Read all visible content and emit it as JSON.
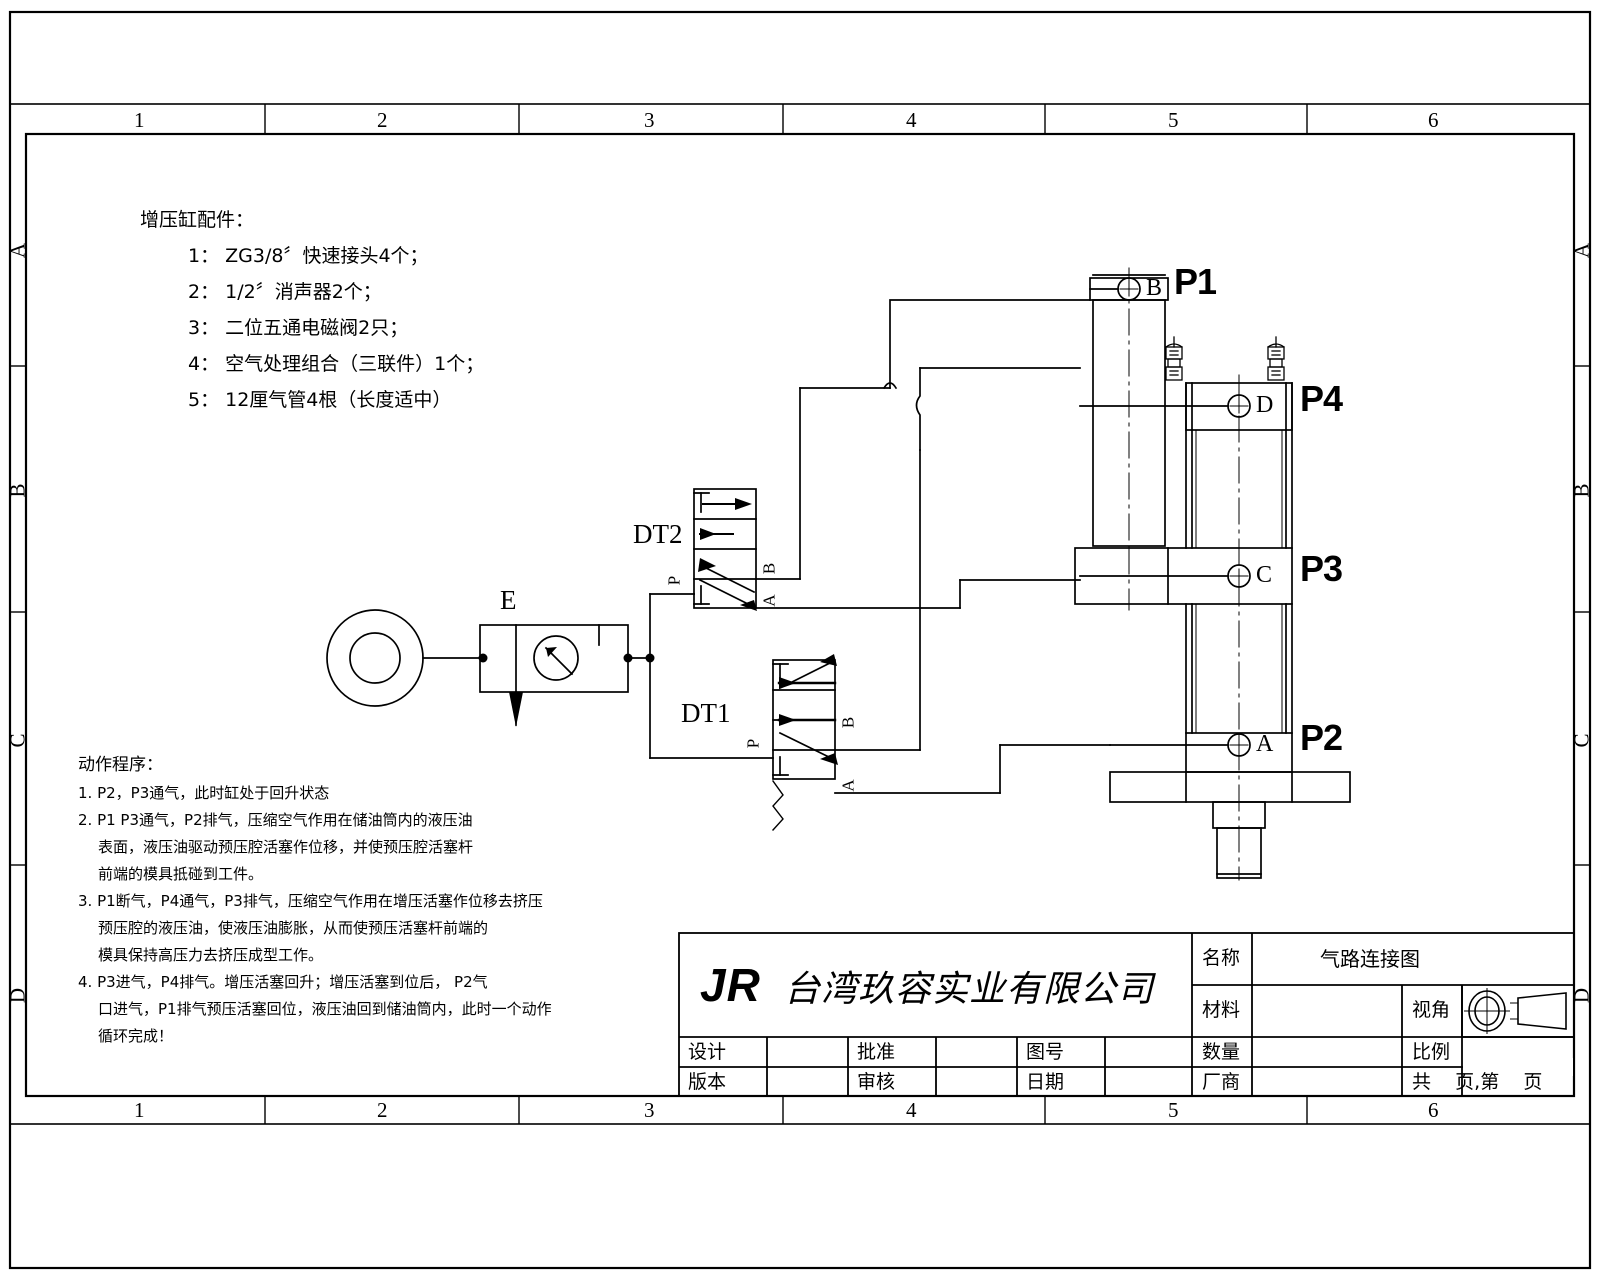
{
  "sheet": {
    "zones_top": [
      "1",
      "2",
      "3",
      "4",
      "5",
      "6"
    ],
    "zones_bottom": [
      "1",
      "2",
      "3",
      "4",
      "5",
      "6"
    ],
    "zones_left": [
      "A",
      "B",
      "C",
      "D"
    ],
    "zones_right": [
      "A",
      "B",
      "C",
      "D"
    ]
  },
  "notes": {
    "heading": "增压缸配件：",
    "items": [
      "1： ZG3/8〞快速接头4个；",
      "2： 1/2〞消声器2个；",
      "3： 二位五通电磁阀2只；",
      "4： 空气处理组合（三联件）1个；",
      "5： 12厘气管4根（长度适中）"
    ]
  },
  "procedure": {
    "heading": "动作程序：",
    "lines": [
      "1. P2，P3通气，此时缸处于回升状态",
      "2. P1  P3通气，P2排气，压缩空气作用在储油筒内的液压油",
      "表面，液压油驱动预压腔活塞作位移，并使预压腔活塞杆",
      "前端的模具抵碰到工件。",
      "3. P1断气，P4通气，P3排气，压缩空气作用在增压活塞作位移去挤压",
      "预压腔的液压油，使液压油膨胀，从而使预压活塞杆前端的",
      "模具保持高压力去挤压成型工作。",
      "4. P3进气，P4排气。增压活塞回升；增压活塞到位后， P2气",
      "口进气，P1排气预压活塞回位，液压油回到储油筒内，此时一个动作",
      "循环完成！"
    ]
  },
  "diagram": {
    "valve_dt2_label": "DT2",
    "valve_dt1_label": "DT1",
    "frl_label": "E",
    "valve_ports": {
      "p": "P",
      "a": "A",
      "b": "B"
    },
    "cylinder_ports": [
      {
        "mark": "B",
        "name": "P1"
      },
      {
        "mark": "D",
        "name": "P4"
      },
      {
        "mark": "C",
        "name": "P3"
      },
      {
        "mark": "A",
        "name": "P2"
      }
    ]
  },
  "title_block": {
    "brand_mark": "JR",
    "company": "台湾玖容实业有限公司",
    "rows": {
      "name_label": "名称",
      "name_value": "气路连接图",
      "material_label": "材料",
      "material_value": "",
      "view_label": "视角",
      "design_label": "设计",
      "design_value": "",
      "approve_label": "批准",
      "approve_value": "",
      "drawing_no_label": "图号",
      "drawing_no_value": "",
      "qty_label": "数量",
      "qty_value": "",
      "scale_label": "比例",
      "scale_value": "",
      "version_label": "版本",
      "version_value": "",
      "check_label": "审核",
      "check_value": "",
      "date_label": "日期",
      "date_value": "",
      "vendor_label": "厂商",
      "vendor_value": "",
      "pages_label": "共    页,第    页"
    }
  },
  "colors": {
    "ink": "#000000",
    "paper": "#ffffff"
  }
}
